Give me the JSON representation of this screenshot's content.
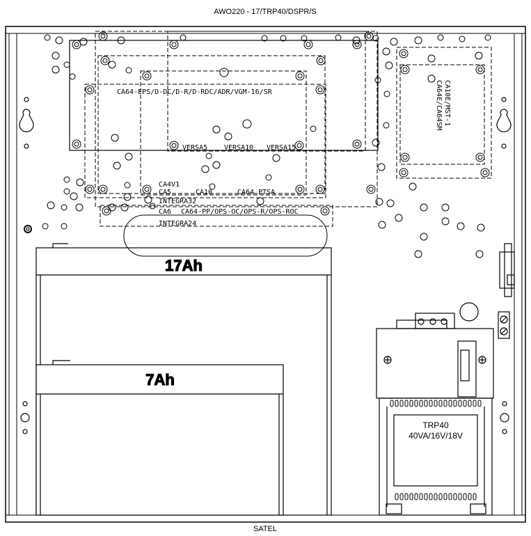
{
  "title": "AWO220 - 17/TRP40/DSPR/S",
  "footer": "SATEL",
  "labels": {
    "ca64_eps": "CA64-EPS/D-DC/D-R/D-RDC/ADR/VGM-16/SR",
    "versa5": "VERSA5",
    "versa10": "VERSA10",
    "versa15": "VERSA15",
    "ca4v1": "CA4V1",
    "ca5": "CA5",
    "ca10": "CA10",
    "ca64_ptsa": "CA64 PTSA",
    "integra32": "INTEGRA32",
    "ca6": "CA6",
    "ca64_pp": "CA64-PP/OPS-OC/OPS-R/OPS-ROC",
    "integra24": "INTEGRA24",
    "ca10e": "CA10E/MST-1",
    "ca64e": "CA64E/CA64SM"
  },
  "battery_large": "17Ah",
  "battery_small": "7Ah",
  "transformer": {
    "name": "TRP40",
    "spec": "40VA/16V/18V"
  }
}
